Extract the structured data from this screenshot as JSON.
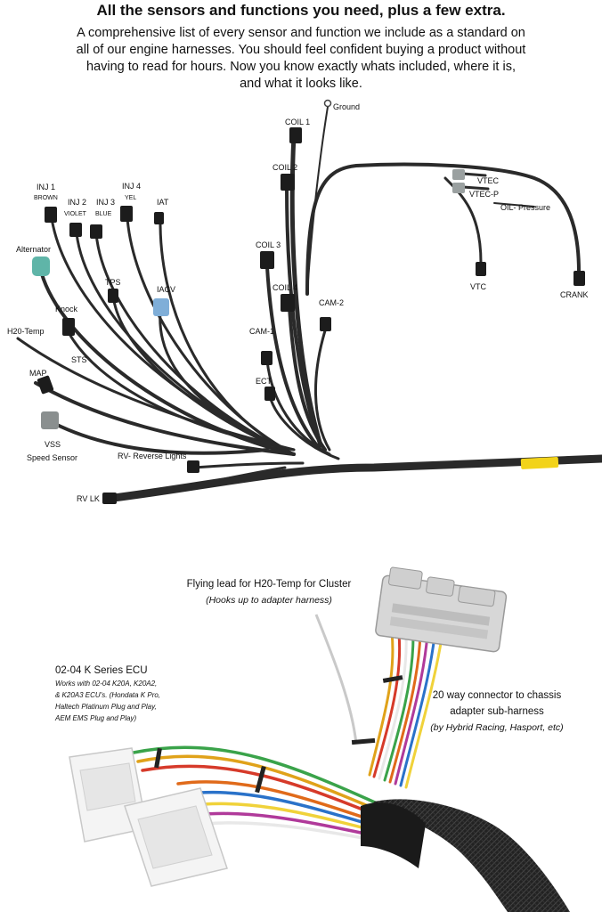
{
  "header": {
    "title": "All the sensors and functions you need, plus a few extra.",
    "intro_lines": [
      "A comprehensive list of every sensor and function we include as a standard on",
      "all of our engine harnesses. You should feel confident buying a product without",
      "having to read for hours. Now you know exactly whats included, where it is,",
      "and what it looks like."
    ]
  },
  "labels": {
    "ground": "Ground",
    "coil1": "COIL 1",
    "coil2": "COIL 2",
    "coil3": "COIL 3",
    "coil4": "COIL 4",
    "vtec": "VTEC",
    "vtecp": "VTEC-P",
    "oil": "OIL- Pressure",
    "vtc": "VTC",
    "crank": "CRANK",
    "inj1": "INJ 1",
    "inj1_sub": "BROWN",
    "inj2": "INJ 2",
    "inj2_sub": "VIOLET",
    "inj3": "INJ 3",
    "inj3_sub": "BLUE",
    "inj4": "INJ 4",
    "inj4_sub": "YEL",
    "iat": "IAT",
    "alternator": "Alternator",
    "tps": "TPS",
    "iacv": "IACV",
    "knock": "Knock",
    "cam2": "CAM-2",
    "cam1": "CAM-1",
    "h2o": "H20-Temp",
    "sts": "STS",
    "map": "MAP",
    "ect": "ECT",
    "vss": "VSS",
    "vss_sub": "Speed Sensor",
    "rv_lights": "RV- Reverse Lights",
    "rv_lk": "RV LK"
  },
  "bottom": {
    "flying_lead": "Flying lead for H20-Temp for Cluster",
    "flying_lead_sub": "(Hooks up to adapter harness)",
    "ecu_title": "02-04 K Series ECU",
    "ecu_lines": [
      "Works with 02-04 K20A, K20A2,",
      "& K20A3 ECU's. (Hondata K Pro,",
      "Haltech Platinum Plug and Play,",
      "AEM EMS Plug and Play)"
    ],
    "connector_line1": "20 way connector to chassis",
    "connector_line2": "adapter sub-harness",
    "connector_sub": "(by Hybrid Racing, Hasport, etc)"
  },
  "colors": {
    "wire": "#2a2a2a",
    "connector": "#1c1c1c",
    "alternator": "#5fb5a8",
    "iacv": "#7faed8",
    "vss": "#8a8f8f",
    "tag": "#f2d31a"
  }
}
